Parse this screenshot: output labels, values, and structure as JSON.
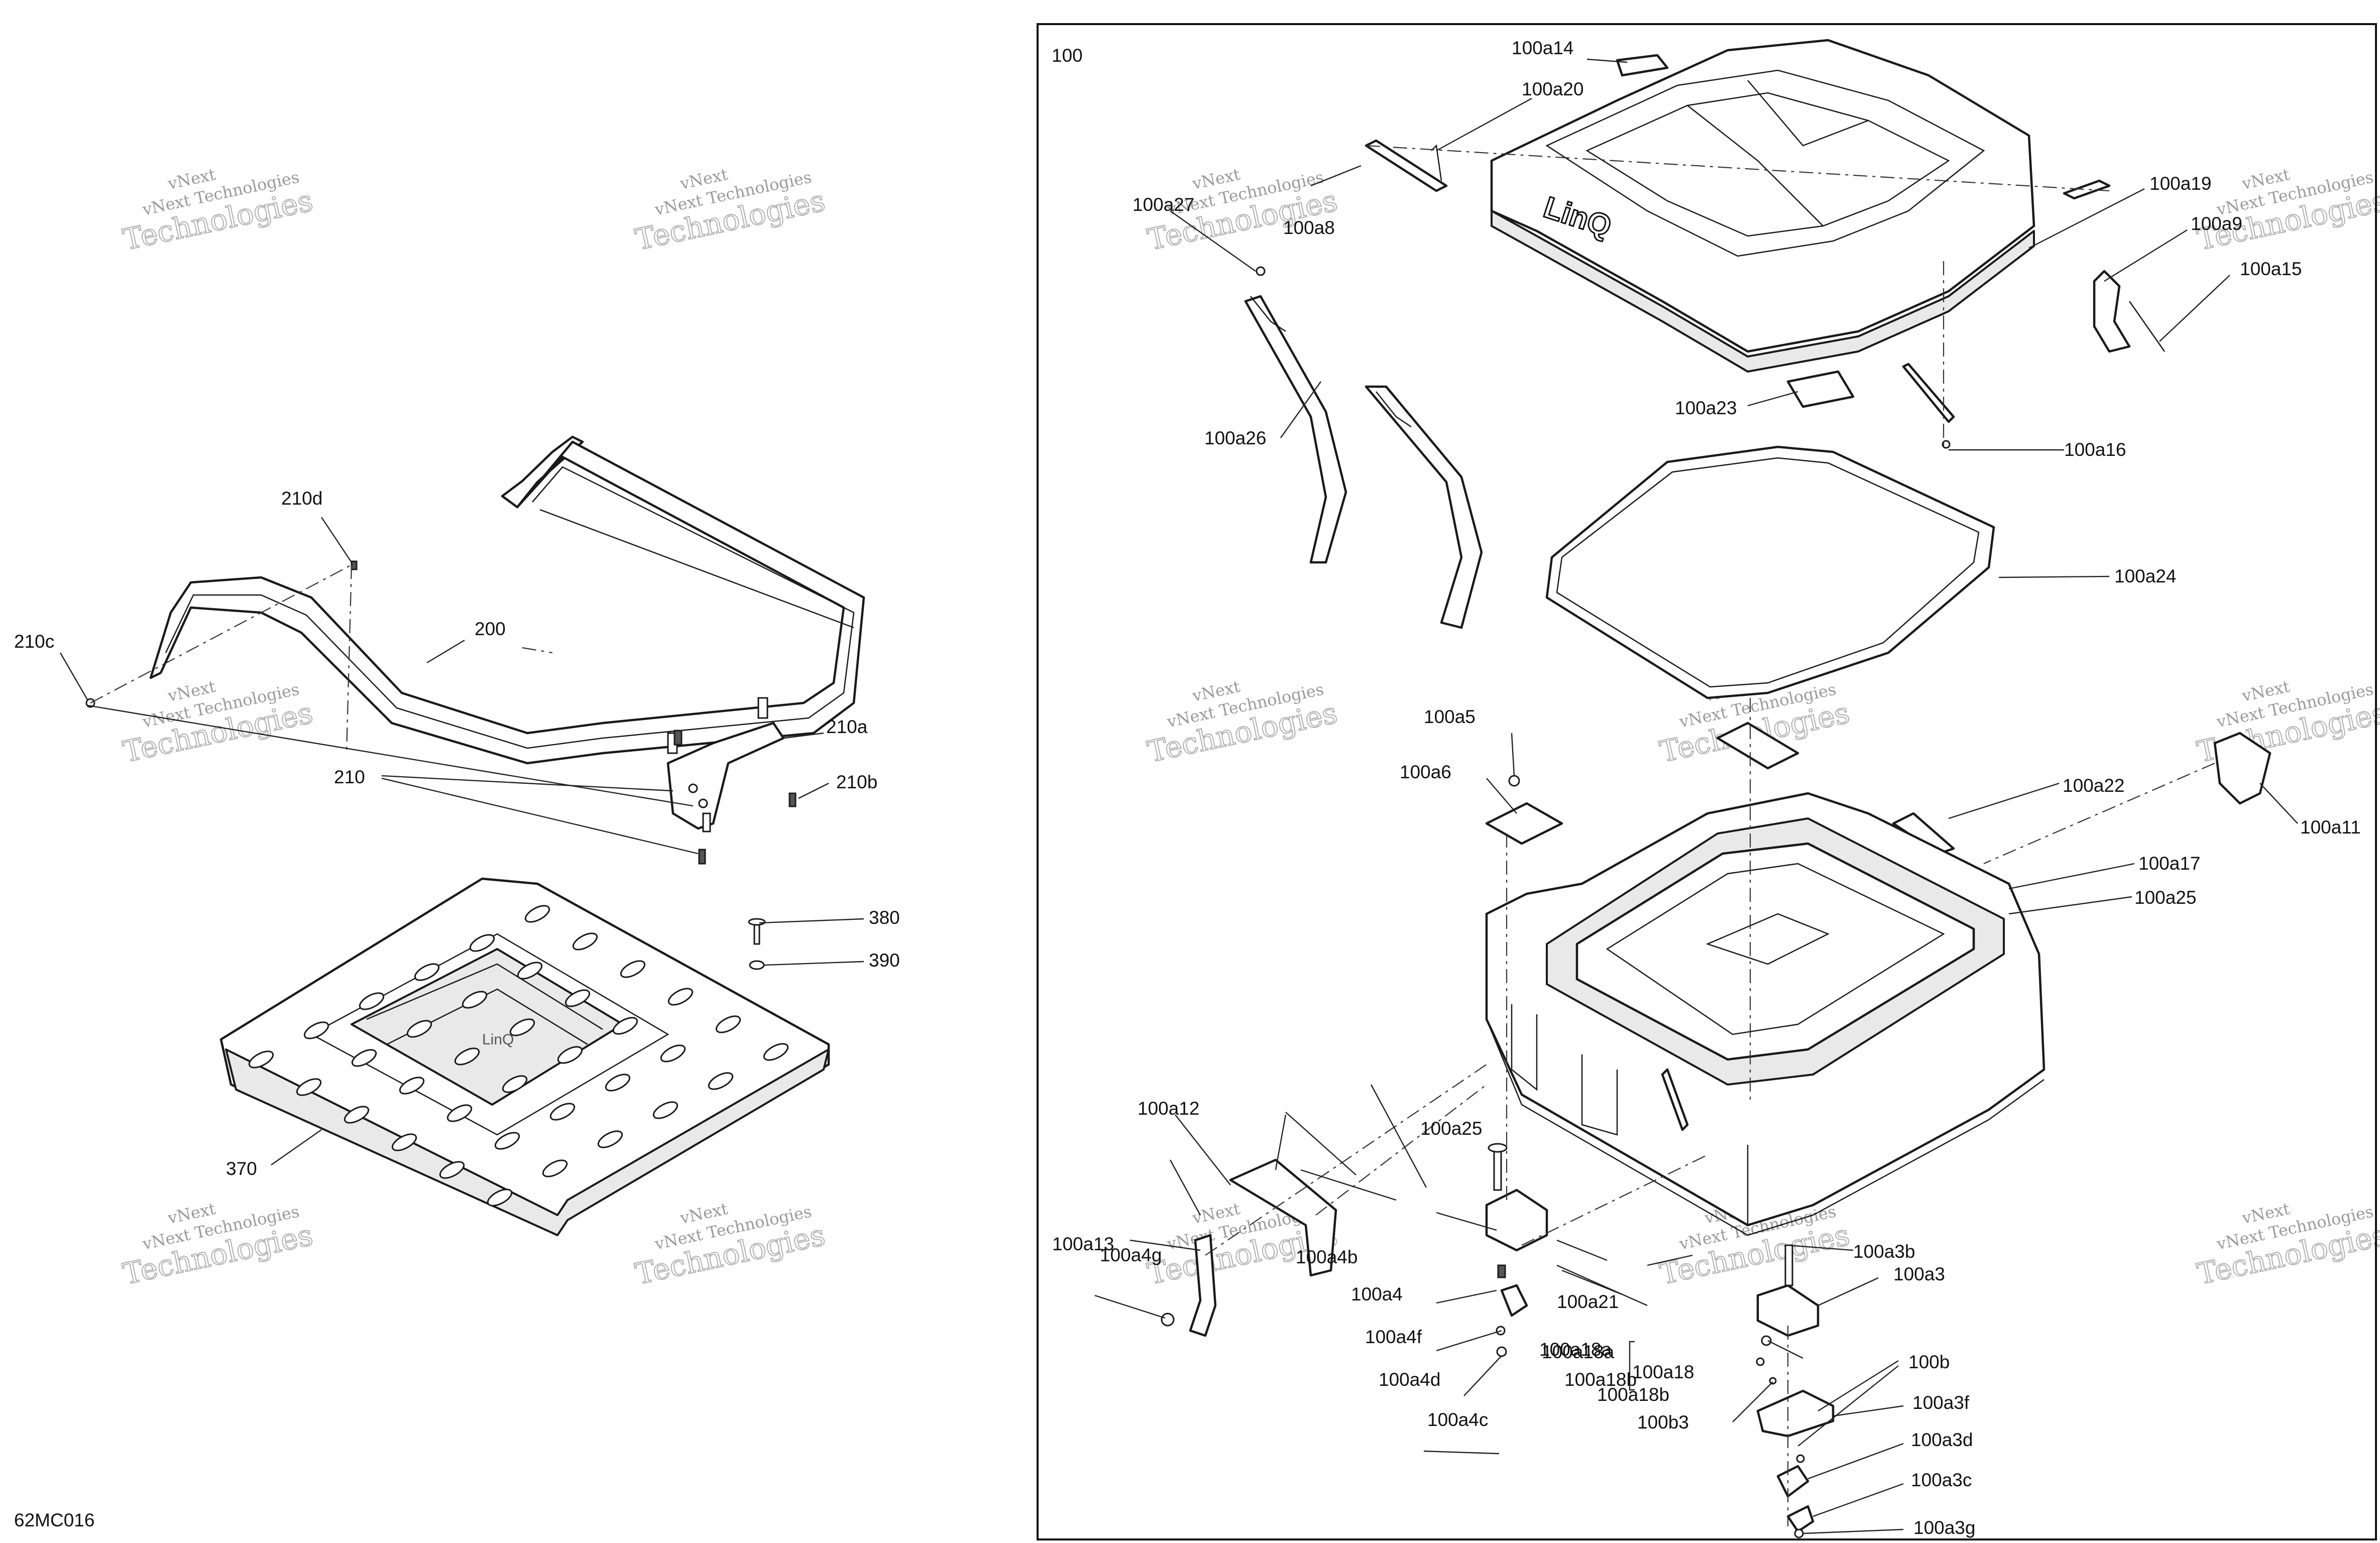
{
  "diagram": {
    "drawing_code": "62MC016",
    "group_label": "100",
    "watermark": {
      "line1": "vNext Technologies",
      "line2": "Technologies",
      "line3": "vNext"
    },
    "callouts": [
      "100a14",
      "100a20",
      "100a27",
      "100a8",
      "100a19",
      "100a9",
      "100a15",
      "100a26",
      "100a23",
      "100a16",
      "100a24",
      "100a5",
      "100a6",
      "100a22",
      "100a11",
      "100a17",
      "100a25",
      "100a12",
      "100a4b",
      "100a4",
      "100a4f",
      "100a4d",
      "100a4c",
      "100a4g",
      "100a13",
      "100a21",
      "100a18a",
      "100a18b",
      "100a18",
      "100a3b",
      "100a3",
      "100b",
      "100b3",
      "100a3f",
      "100a3d",
      "100a3c",
      "100a3g",
      "200",
      "210",
      "210a",
      "210b",
      "210c",
      "210d",
      "370",
      "380",
      "390"
    ]
  }
}
